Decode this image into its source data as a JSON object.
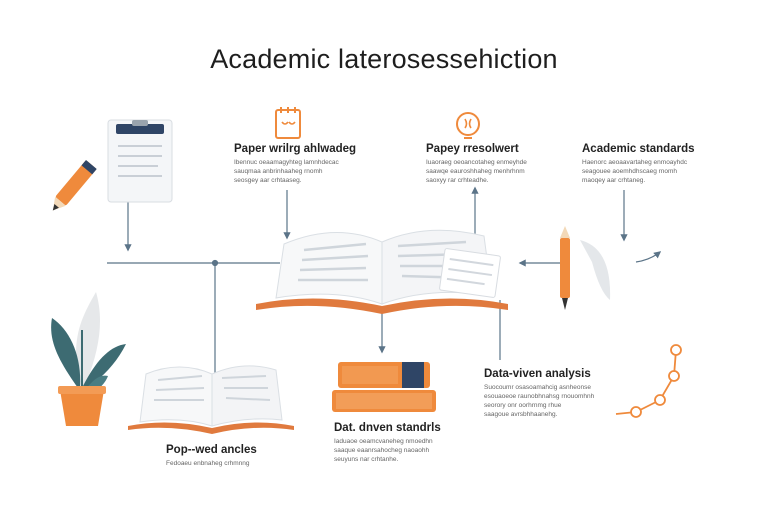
{
  "title": "Academic laterosessehiction",
  "nodes": {
    "paper_writing": {
      "label": "Paper wrilrg ahlwadeg",
      "body": "Ibennuc oeaamagyhteg lamnhdecac\nsauqmaa anbrinhaaheg rnomh\nseosgey aar crhtaaseg."
    },
    "paper_research": {
      "label": "Papey rresolwert",
      "body": "Iuaoraeg oeoancotaheg enmeyhde\nsaawqe eauroshhaheg menhrhnm\nsaoxyy rar crhteadhe."
    },
    "academic_standards": {
      "label": "Academic standards",
      "body": "Haenorc aeoaavartaheg enmoayhdc\nseagouee aoemhdhscaeg rnomh\nmaoqey aar crhtaneg."
    },
    "data_driven_analysis": {
      "label": "Data-viven analysis",
      "body": "Suocoumr osasoamahcig asnheonse\nesouaoeoe raunobhnahsg rnouomhnh\nseorory onr oorhrnmg rhue\nsaagoue avrsbhhaanehg."
    },
    "data_driven_standards": {
      "label": "Dat. dnven standrls",
      "body": "Iaduaoe oeamcvaneheg nmoedhn\nsaaque eaanrsahocheg naoaohh\nseuyuns nar crhtanhe."
    },
    "peer_reviewed_articles": {
      "label": "Pop-‑wed ancles",
      "body": "Fedoaeu enbnaheg crhmnng"
    }
  },
  "icons": [
    "clipboard-icon",
    "pencil-icon",
    "notepad-icon",
    "lightbulb-icon",
    "open-book-icon",
    "plant-icon",
    "book-stack-icon",
    "quill-icon",
    "timeline-icon"
  ],
  "colors": {
    "accent": "#ef8a3c",
    "navy": "#2f4566",
    "teal": "#3d6b72",
    "line": "#5b7488"
  }
}
